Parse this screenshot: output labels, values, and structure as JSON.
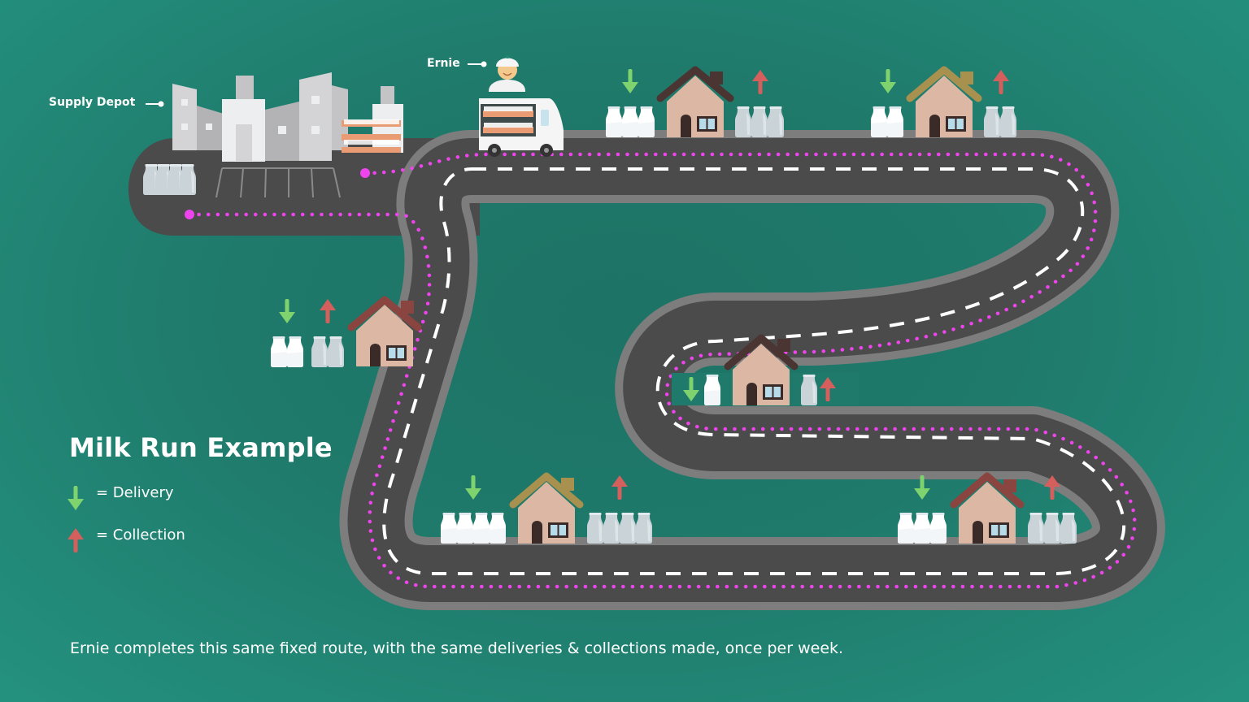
{
  "labels": {
    "supply_depot": "Supply Depot",
    "ernie": "Ernie"
  },
  "title": "Milk Run Example",
  "legend": {
    "delivery": {
      "symbol": "arrow-down-icon",
      "label": "= Delivery",
      "color": "#7fd36e"
    },
    "collection": {
      "symbol": "arrow-up-icon",
      "label": "= Collection",
      "color": "#d45f5c"
    }
  },
  "footer": "Ernie completes this same fixed route, with the same deliveries & collections made, once per week.",
  "colors": {
    "background_dark": "#1d7365",
    "background_light": "#24917f",
    "road": "#4b4b4b",
    "road_edge": "#7d7d7d",
    "route_dots": "#ee44ee",
    "lane_dash": "#ffffff",
    "house_wall": "#dcb8a4",
    "roof_dark": "#4a3533",
    "roof_gold": "#a8904e",
    "roof_red": "#8a4540",
    "full_bottle": "#ffffff",
    "empty_bottle": "#c9d3d8"
  },
  "stops": [
    {
      "id": "house-1",
      "roof": "dark",
      "deliveries": 3,
      "collections": 3
    },
    {
      "id": "house-2",
      "roof": "gold",
      "deliveries": 2,
      "collections": 2
    },
    {
      "id": "house-3",
      "roof": "red",
      "deliveries": 2,
      "collections": 2
    },
    {
      "id": "house-4",
      "roof": "dark",
      "deliveries": 1,
      "collections": 1
    },
    {
      "id": "house-5",
      "roof": "gold",
      "deliveries": 4,
      "collections": 4
    },
    {
      "id": "house-6",
      "roof": "red",
      "deliveries": 3,
      "collections": 3
    }
  ],
  "depot": {
    "stock_empty_bottles": 4
  }
}
